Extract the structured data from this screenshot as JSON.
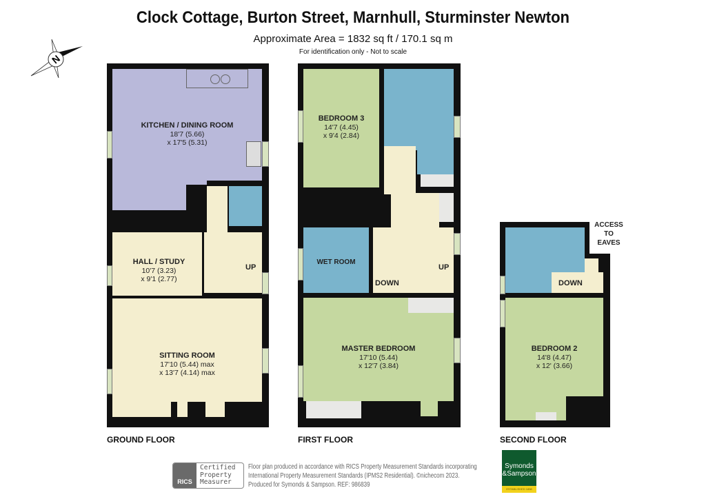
{
  "header": {
    "title": "Clock Cottage, Burton Street, Marnhull, Sturminster Newton",
    "area": "Approximate Area = 1832 sq ft / 170.1 sq m",
    "note": "For identification only - Not to scale"
  },
  "compass": {
    "icon": "compass-north-icon",
    "letter": "N"
  },
  "floors": {
    "ground": {
      "label": "GROUND FLOOR",
      "rooms": [
        {
          "name": "KITCHEN / DINING ROOM",
          "dim1": "18'7 (5.66)",
          "dim2": "x 17'5 (5.31)"
        },
        {
          "name": "HALL / STUDY",
          "dim1": "10'7 (3.23)",
          "dim2": "x 9'1 (2.77)"
        },
        {
          "name": "SITTING ROOM",
          "dim1": "17'10 (5.44) max",
          "dim2": "x 13'7 (4.14) max"
        }
      ],
      "stairs": "UP"
    },
    "first": {
      "label": "FIRST FLOOR",
      "rooms": [
        {
          "name": "BEDROOM 3",
          "dim1": "14'7 (4.45)",
          "dim2": "x 9'4 (2.84)"
        },
        {
          "name": "WET ROOM"
        },
        {
          "name": "MASTER BEDROOM",
          "dim1": "17'10 (5.44)",
          "dim2": "x 12'7 (3.84)"
        }
      ],
      "stairs_up": "UP",
      "stairs_down": "DOWN"
    },
    "second": {
      "label": "SECOND FLOOR",
      "rooms": [
        {
          "name": "BEDROOM 2",
          "dim1": "14'8 (4.47)",
          "dim2": "x 12' (3.66)"
        }
      ],
      "stairs_down": "DOWN",
      "eaves": [
        "ACCESS",
        "TO",
        "EAVES"
      ]
    }
  },
  "colors": {
    "kitchen": "#b9b9da",
    "hall": "#f4eecf",
    "bathroom": "#7ab4cc",
    "bedroom": "#c5d8a0",
    "wall": "#111111",
    "brand": "#0f5a2e",
    "brand_accent": "#f2d21c"
  },
  "footer": {
    "rics": {
      "logo": "RICS",
      "lines": [
        "Certified",
        "Property",
        "Measurer"
      ]
    },
    "text": [
      "Floor plan produced in accordance with RICS Property Measurement Standards incorporating",
      "International Property Measurement Standards (IPMS2 Residential).   ©nichecom 2023.",
      "Produced for Symonds & Sampson.   REF: 986839"
    ],
    "brand": {
      "line1": "Symonds",
      "line2": "&Sampson",
      "tag": "ESTABLISHED 1858"
    }
  }
}
